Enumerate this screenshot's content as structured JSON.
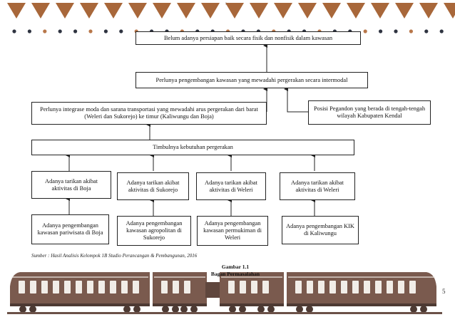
{
  "header": {
    "mark": ":"
  },
  "diagram": {
    "top_problem": "Belum adanya persiapan baik secara fisik dan nonfisik dalam kawasan",
    "intermodal": "Perlunya pengembangan kawasan yang mewadahi pergerakan secara intermodal",
    "integration": "Perlunya integrase moda dan sarana transportasi yang mewadahi arus pergerakan dari barat (Weleri dan Sukorejo) ke timur (Kaliwungu dan Boja)",
    "position": "Posisi Pegandon yang berada di tengah-tengah wilayah Kabupaten Kendal",
    "need": "Timbulnya kebutuhan pergerakan",
    "attractions": [
      "Adanya tarikan akibat aktivitas di Boja",
      "Adanya tarikan akibat aktivitas di Sukorejo",
      "Adanya tarikan akibat aktivitas di Weleri",
      "Adanya tarikan akibat aktivitas di Weleri"
    ],
    "developments": [
      "Adanya pengembangan kawasan pariwisata di Boja",
      "Adanya pengembangan kawasan agropolitan di Sukorejo",
      "Adanya pengembangan kawasan permukiman di Weleri",
      "Adanya pengembangan KIK di Kaliwungu"
    ]
  },
  "source": "Sumber : Hasil Analisis Kelompok 1B Studio Perancangan & Pembangunan, 2016",
  "caption": {
    "figure": "Gambar 1.1",
    "title": "Bagan Permasalahan"
  },
  "page_number": "5",
  "colors": {
    "triangle": "#a8673a",
    "dot_dark": "#2f3441",
    "dot_accent": "#b8774a",
    "train_body": "#7a5a4e",
    "train_window": "#f1ede8"
  }
}
